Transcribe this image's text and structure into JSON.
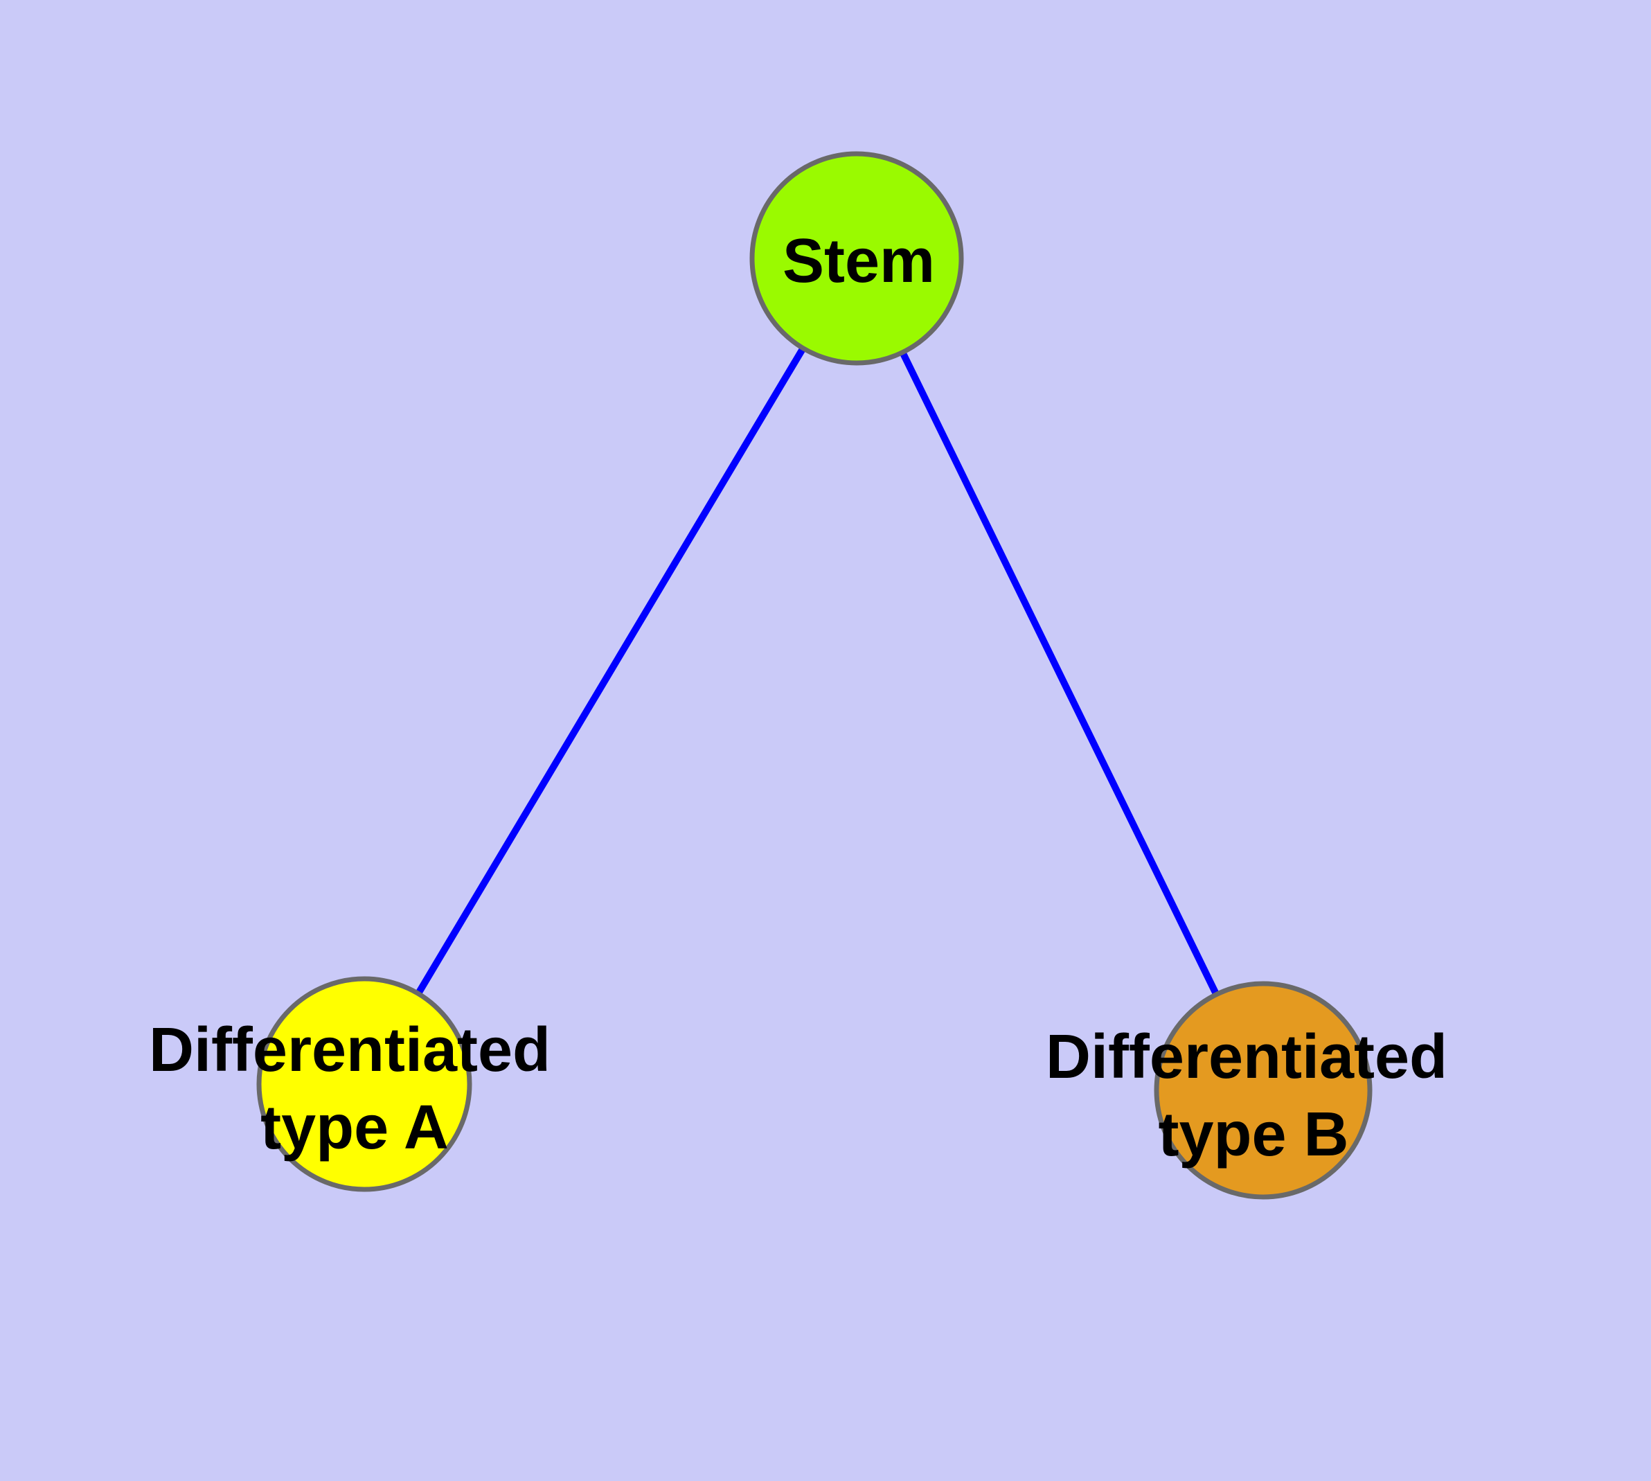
{
  "diagram": {
    "background_color": "#cacaf8",
    "edge_color": "#0000ff",
    "node_border_color": "#696969",
    "text_color": "#000000",
    "nodes": [
      {
        "id": "stem",
        "color": "#9afa00",
        "label": "Stem",
        "label_lines": [
          "Stem"
        ]
      },
      {
        "id": "differentiated-type-a",
        "color": "#ffff00",
        "label": "Differentiated type A",
        "label_lines": [
          "Differentiated",
          "type A"
        ]
      },
      {
        "id": "differentiated-type-b",
        "color": "#e49a20",
        "label": "Differentiated type B",
        "label_lines": [
          "Differentiated",
          "type B"
        ]
      }
    ],
    "edges": [
      {
        "from": "stem",
        "to": "differentiated-type-a"
      },
      {
        "from": "stem",
        "to": "differentiated-type-b"
      }
    ]
  }
}
